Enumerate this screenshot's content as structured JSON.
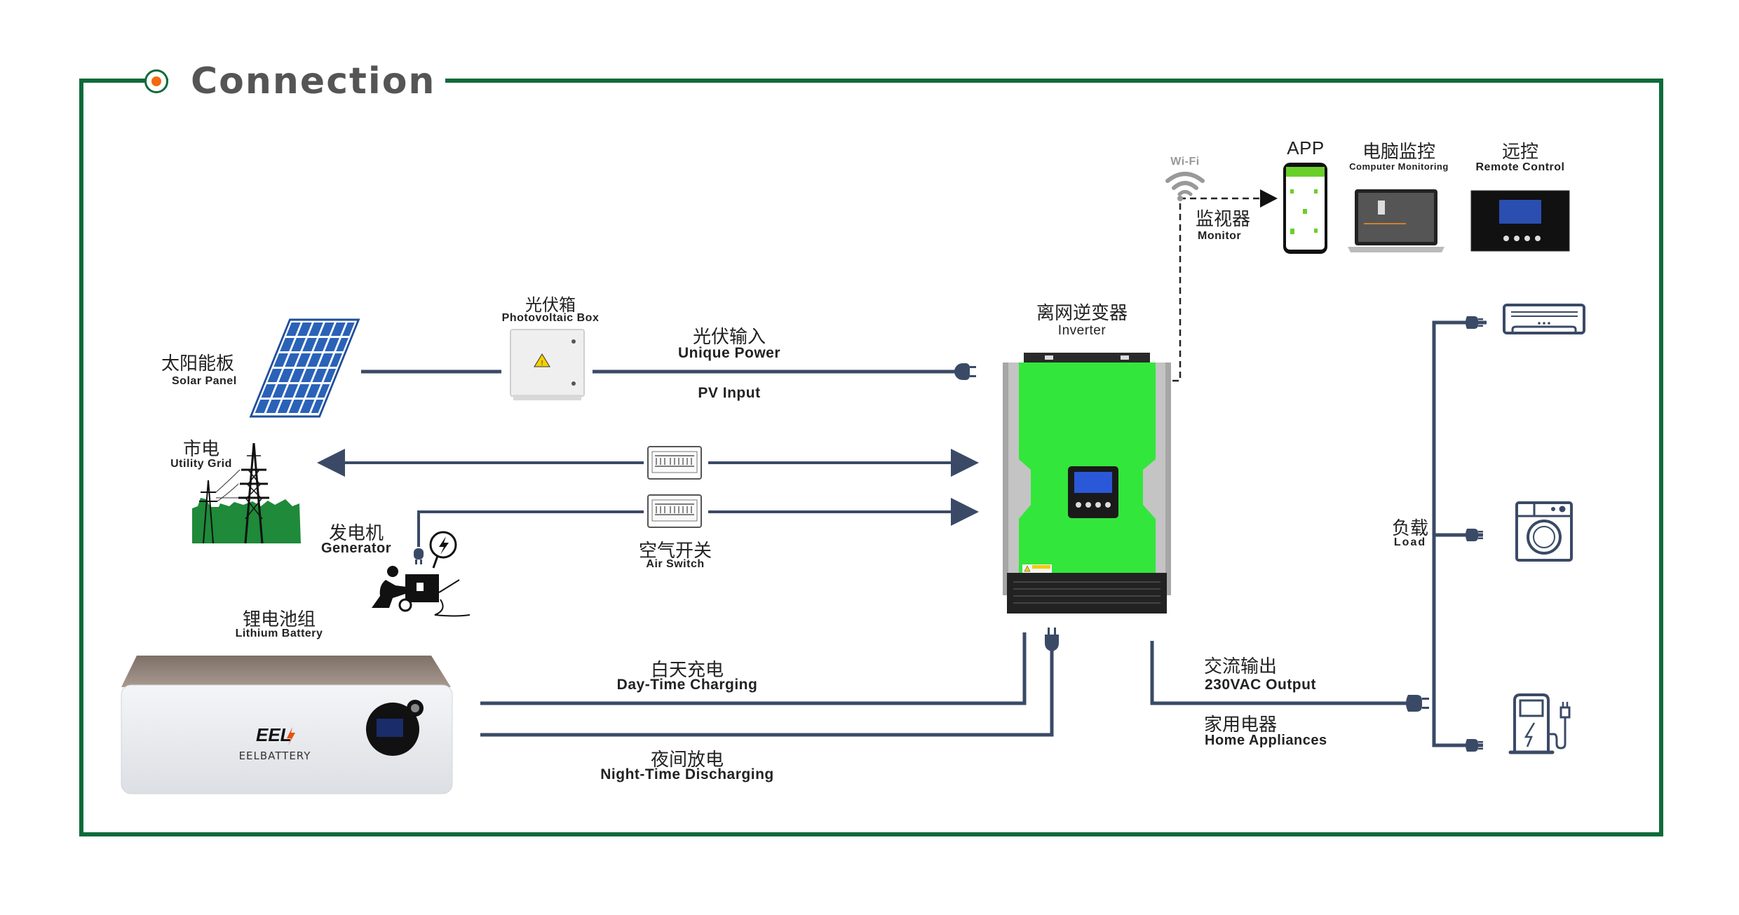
{
  "header": {
    "title": "Connection",
    "icon": "target-dot-icon",
    "frame_color": "#0d6b3a",
    "accent_color": "#f26a10"
  },
  "colors": {
    "line": "#3a4a66",
    "inverter_green": "#33e63c",
    "text": "#222222",
    "wifi_gray": "#999999"
  },
  "monitoring": {
    "wifi_label": "Wi-Fi",
    "monitor_cn": "监视器",
    "monitor_en": "Monitor",
    "app_label": "APP",
    "computer_cn": "电脑监控",
    "computer_en": "Computer Monitoring",
    "remote_cn": "远控",
    "remote_en": "Remote Control"
  },
  "sources": {
    "solar_cn": "太阳能板",
    "solar_en": "Solar Panel",
    "pvbox_cn": "光伏箱",
    "pvbox_en": "Photovoltaic Box",
    "grid_cn": "市电",
    "grid_en": "Utility Grid",
    "generator_cn": "发电机",
    "generator_en": "Generator",
    "airswitch_cn": "空气开关",
    "airswitch_en": "Air Switch",
    "battery_cn": "锂电池组",
    "battery_en": "Lithium Battery",
    "battery_brand": "EEL",
    "battery_brand_text": "EELBATTERY"
  },
  "links": {
    "pv_cn": "光伏输入",
    "pv_en": "Unique Power",
    "pv_en2": "PV Input",
    "day_cn": "白天充电",
    "day_en": "Day-Time Charging",
    "night_cn": "夜间放电",
    "night_en": "Night-Time Discharging",
    "ac_cn": "交流输出",
    "ac_en": "230VAC Output",
    "home_cn": "家用电器",
    "home_en": "Home Appliances"
  },
  "inverter": {
    "cn": "离网逆变器",
    "en": "Inverter",
    "caution": "CAUTION"
  },
  "load": {
    "cn": "负载",
    "en": "Load",
    "appliances": [
      "air-conditioner",
      "washing-machine",
      "ev-charger"
    ]
  }
}
